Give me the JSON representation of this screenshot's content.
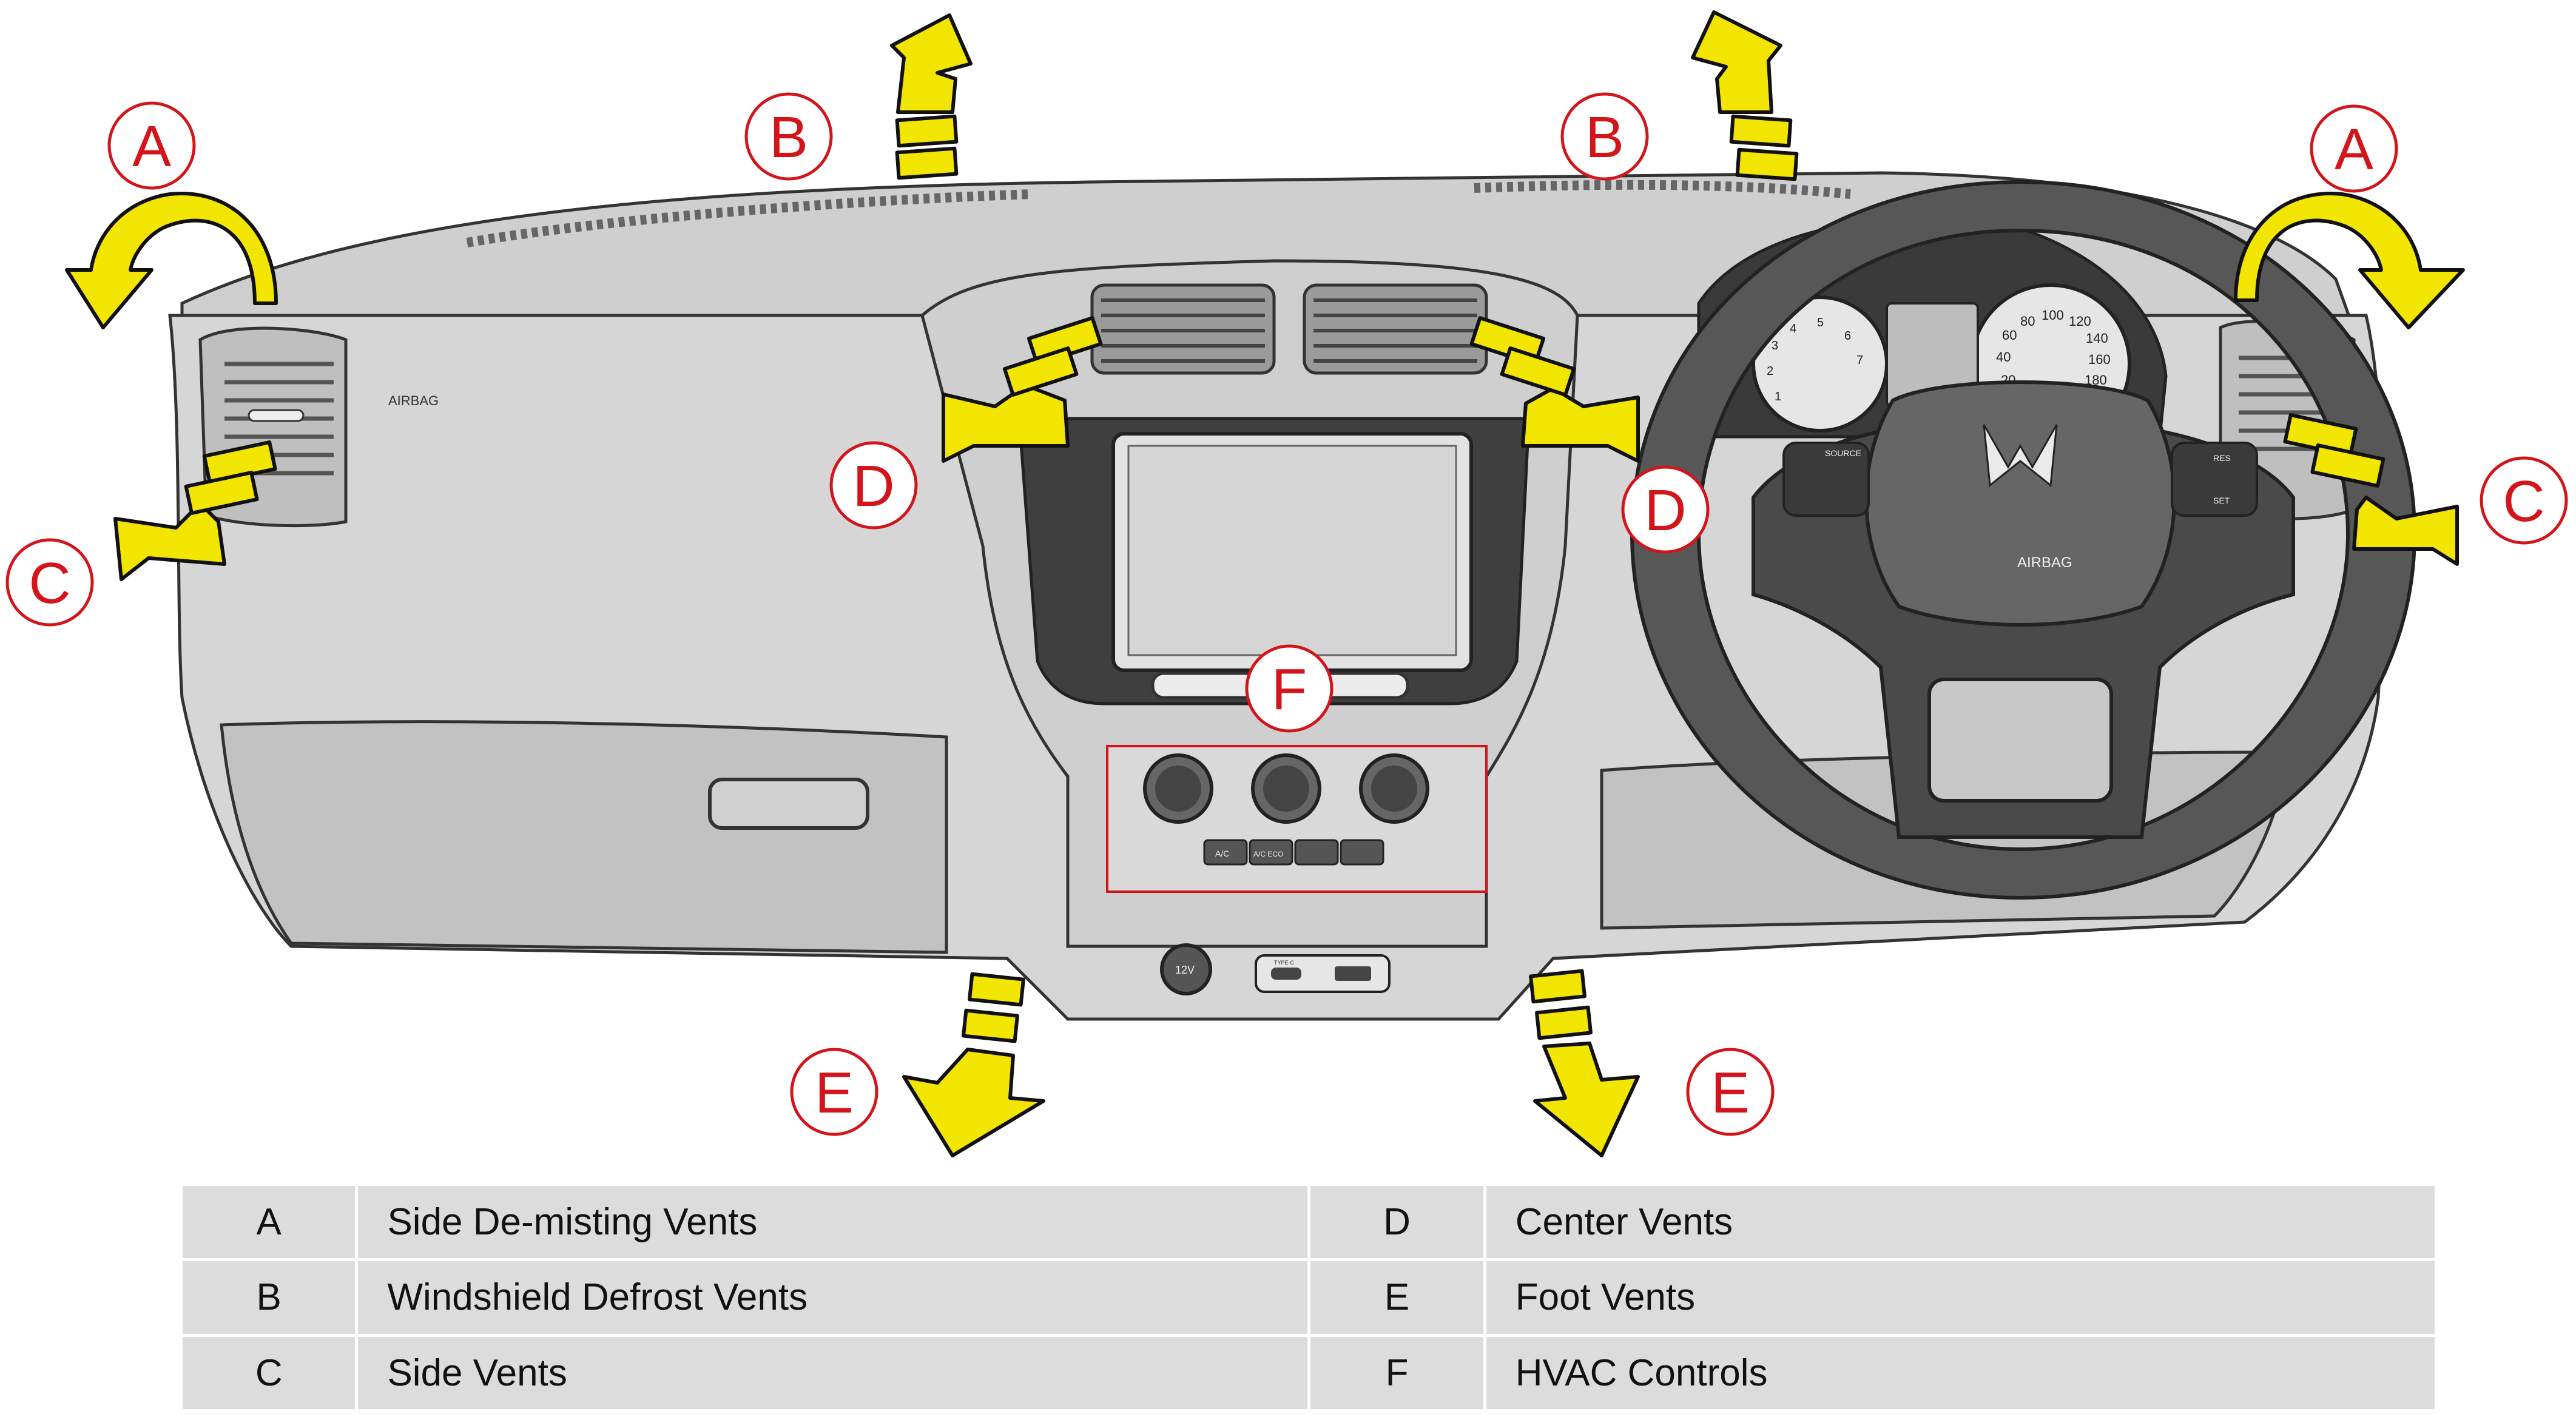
{
  "callouts": {
    "a_left": "A",
    "a_right": "A",
    "b_left": "B",
    "b_right": "B",
    "c_left": "C",
    "c_right": "C",
    "d_left": "D",
    "d_right": "D",
    "e_left": "E",
    "e_right": "E",
    "f": "F"
  },
  "dashboard_text": {
    "passenger_airbag": "AIRBAG",
    "steering_airbag": "AIRBAG",
    "socket_12v": "12V",
    "usb_c_label": "TYPE-C",
    "set_label": "SET",
    "res_label": "RES",
    "source_label": "SOURCE",
    "ac_label": "A/C",
    "ac_eco_label": "A/C ECO",
    "speedo_ticks": [
      "20",
      "40",
      "60",
      "80",
      "100",
      "120",
      "140",
      "160",
      "180"
    ],
    "tacho_ticks": [
      "1",
      "2",
      "3",
      "4",
      "5",
      "6",
      "7"
    ]
  },
  "colors": {
    "callout_red": "#d3151b",
    "arrow_yellow": "#f2e600",
    "arrow_shadow": "#a8a000",
    "dash_gray": "#c8c8c8",
    "dash_dark": "#4d4d4d",
    "highlight_box": "#d3151b"
  },
  "legend": {
    "rows": [
      {
        "key_left": "A",
        "desc_left": "Side De-misting Vents",
        "key_right": "D",
        "desc_right": "Center Vents"
      },
      {
        "key_left": "B",
        "desc_left": "Windshield Defrost Vents",
        "key_right": "E",
        "desc_right": "Foot Vents"
      },
      {
        "key_left": "C",
        "desc_left": "Side Vents",
        "key_right": "F",
        "desc_right": "HVAC Controls"
      }
    ]
  }
}
